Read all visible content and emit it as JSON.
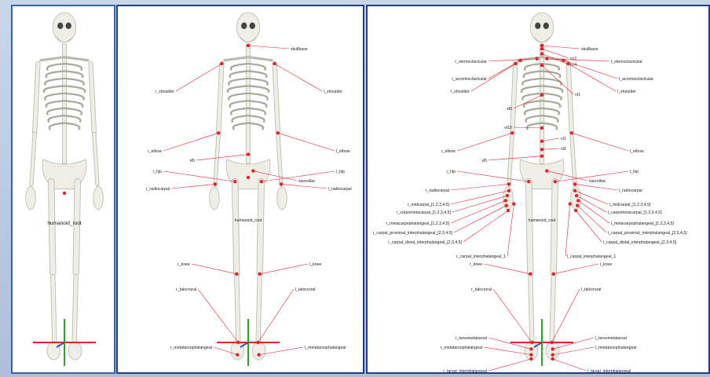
{
  "panel1": {
    "root_label": "humanoid_root"
  },
  "panel2": {
    "labels": {
      "skullbase": "skullbase",
      "r_shoulder": "r_shoulder",
      "l_shoulder": "l_shoulder",
      "r_elbow": "r_elbow",
      "l_elbow": "l_elbow",
      "vl5": "vl5",
      "r_hip": "r_hip",
      "l_hip": "l_hip",
      "sacroiliac": "sacroiliac",
      "r_radiocarpal": "r_radiocarpal",
      "l_radiocarpal": "l_radiocarpal",
      "humanoid_root": "humanoid_root",
      "r_knee": "r_knee",
      "l_knee": "l_knee",
      "r_talocrural": "r_talocrural",
      "l_talocrural": "l_talocrural",
      "r_metatarsophalangeal": "r_metatarsophalangeal",
      "l_metatarsophalangeal": "l_metatarsophalangeal"
    }
  },
  "panel3": {
    "labels": {
      "skullbase": "skullbase",
      "vc2": "vc2",
      "vc4": "vc4",
      "r_sternoclavicular": "r_sternoclavicular",
      "l_sternoclavicular": "l_sternoclavicular",
      "r_acromioclavicular": "r_acromioclavicular",
      "l_acromioclavicular": "l_acromioclavicular",
      "r_shoulder": "r_shoulder",
      "l_shoulder": "l_shoulder",
      "vt1": "vt1",
      "vt5": "vt5",
      "vt10": "vt10",
      "vl1": "vl1",
      "vl3": "vl3",
      "r_elbow": "r_elbow",
      "l_elbow": "l_elbow",
      "vl5": "vl5",
      "r_hip": "r_hip",
      "l_hip": "l_hip",
      "sacroiliac": "sacroiliac",
      "r_radiocarpal": "r_radiocarpal",
      "l_radiocarpal": "l_radiocarpal",
      "r_midcarpal": "r_midcarpal_[1,2,3,4,5]",
      "l_midcarpal": "l_midcarpal_[1,2,3,4,5]",
      "r_carpometacarpal": "r_carpometacarpal_[1,2,3,4,5]",
      "l_carpometacarpal": "l_carpometacarpal_[1,2,3,4,5]",
      "r_metacarpophalangeal": "r_metacarpophalangeal_[1,2,3,4,5]",
      "l_metacarpophalangeal": "l_metacarpophalangeal_[1,2,3,4,5]",
      "r_carpal_proximal_interphalangeal": "r_carpal_proximal_interphalangeal_[2,3,4,5]",
      "l_carpal_proximal_interphalangeal": "l_carpal_proximal_interphalangeal_[2,3,4,5]",
      "r_carpal_distal_interphalangeal": "r_carpal_distal_interphalangeal_[2,3,4,5]",
      "l_carpal_distal_interphalangeal": "l_carpal_distal_interphalangeal_[2,3,4,5]",
      "humanoid_root": "humanoid_root",
      "r_carpal_interphalangeal": "r_carpal_interphalangeal_1",
      "l_carpal_interphalangeal": "l_carpal_interphalangeal_1",
      "r_knee": "r_knee",
      "l_knee": "l_knee",
      "r_talocrural": "r_talocrural",
      "l_talocrural": "l_talocrural",
      "r_tarsometatarsal": "r_tarsometatarsal",
      "l_tarsometatarsal": "l_tarsometatarsal",
      "r_metatarsophalangeal": "r_metatarsophalangeal",
      "l_metatarsophalangeal": "l_metatarsophalangeal",
      "r_tarsal_interphalangeal": "r_tarsal_interphalangeal",
      "l_tarsal_interphalangeal": "l_tarsal_interphalangeal"
    }
  },
  "colors": {
    "frame": "#1f3f8c",
    "joint": "#e8202a",
    "leader": "#e8202a",
    "axis_x": "#e8202a",
    "axis_y": "#2aa52a",
    "axis_z": "#2a4fd8",
    "bone": "#eeeee6",
    "bone_shade": "#b9b9ad"
  }
}
